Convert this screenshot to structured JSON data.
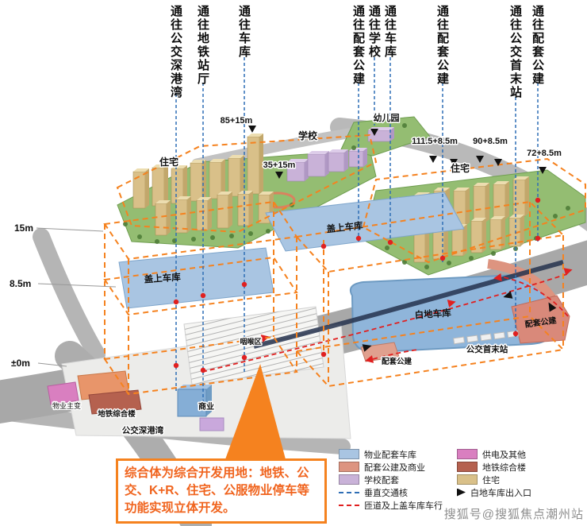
{
  "top_labels": [
    {
      "label": "通往公交深港湾"
    },
    {
      "label": "通往地铁站厅"
    },
    {
      "label": "通往车库"
    },
    {
      "label": "通往配套公建"
    },
    {
      "label": "通往学校"
    },
    {
      "label": "通往车库"
    },
    {
      "label": "通往配套公建"
    },
    {
      "label": "通往公交首末站"
    },
    {
      "label": "通往配套公建"
    }
  ],
  "elevations": [
    "15m",
    "8.5m",
    "±0m"
  ],
  "heights": [
    "85+15m",
    "35+15m",
    "111.5+8.5m",
    "90+8.5m",
    "72+8.5m"
  ],
  "areas": {
    "residential_left": "住宅",
    "school": "学校",
    "kindergarten": "幼儿园",
    "residential_right": "住宅",
    "deck_upper": "盖上车库",
    "deck_left": "盖上车库",
    "white_land_garage": "白地车库",
    "support_building_right": "配套公建",
    "support_building_small": "配套公建",
    "bus_terminal": "公交首末站",
    "throat_area": "咽喉区",
    "commerce": "商业",
    "metro_complex": "地铁综合楼",
    "property_substation": "物业主变",
    "bus_bay": "公交深港湾"
  },
  "legend": {
    "left": [
      {
        "label": "物业配套车库",
        "color": "#a9c5e2",
        "type": "swatch"
      },
      {
        "label": "配套公建及商业",
        "color": "#dd9480",
        "type": "swatch"
      },
      {
        "label": "学校配套",
        "color": "#c9b2d8",
        "type": "swatch"
      },
      {
        "label": "垂直交通核",
        "color": "#2f6eb5",
        "type": "dash"
      },
      {
        "label": "匝道及上盖车库车行",
        "color": "#e02020",
        "type": "dash"
      }
    ],
    "right": [
      {
        "label": "供电及其他",
        "color": "#d97fc0",
        "type": "swatch"
      },
      {
        "label": "地铁综合楼",
        "color": "#b5614f",
        "type": "swatch"
      },
      {
        "label": "住宅",
        "color": "#d9c089",
        "type": "swatch"
      },
      {
        "label": "白地车库出入口",
        "color": "#111111",
        "type": "arrow"
      }
    ]
  },
  "callout": {
    "text": "综合体为综合开发用地：地铁、公交、K+R、住宅、公服物业停车等功能实现立体开发。"
  },
  "watermark": "搜狐号@搜狐焦点潮州站",
  "colors": {
    "accent_orange": "#f5821f",
    "dash_blue": "#2f6eb5",
    "dash_red": "#e02020",
    "platform_green": "#94bd72",
    "deck_blue": "#a9c5e2",
    "road_gray": "#a8a8a8"
  }
}
